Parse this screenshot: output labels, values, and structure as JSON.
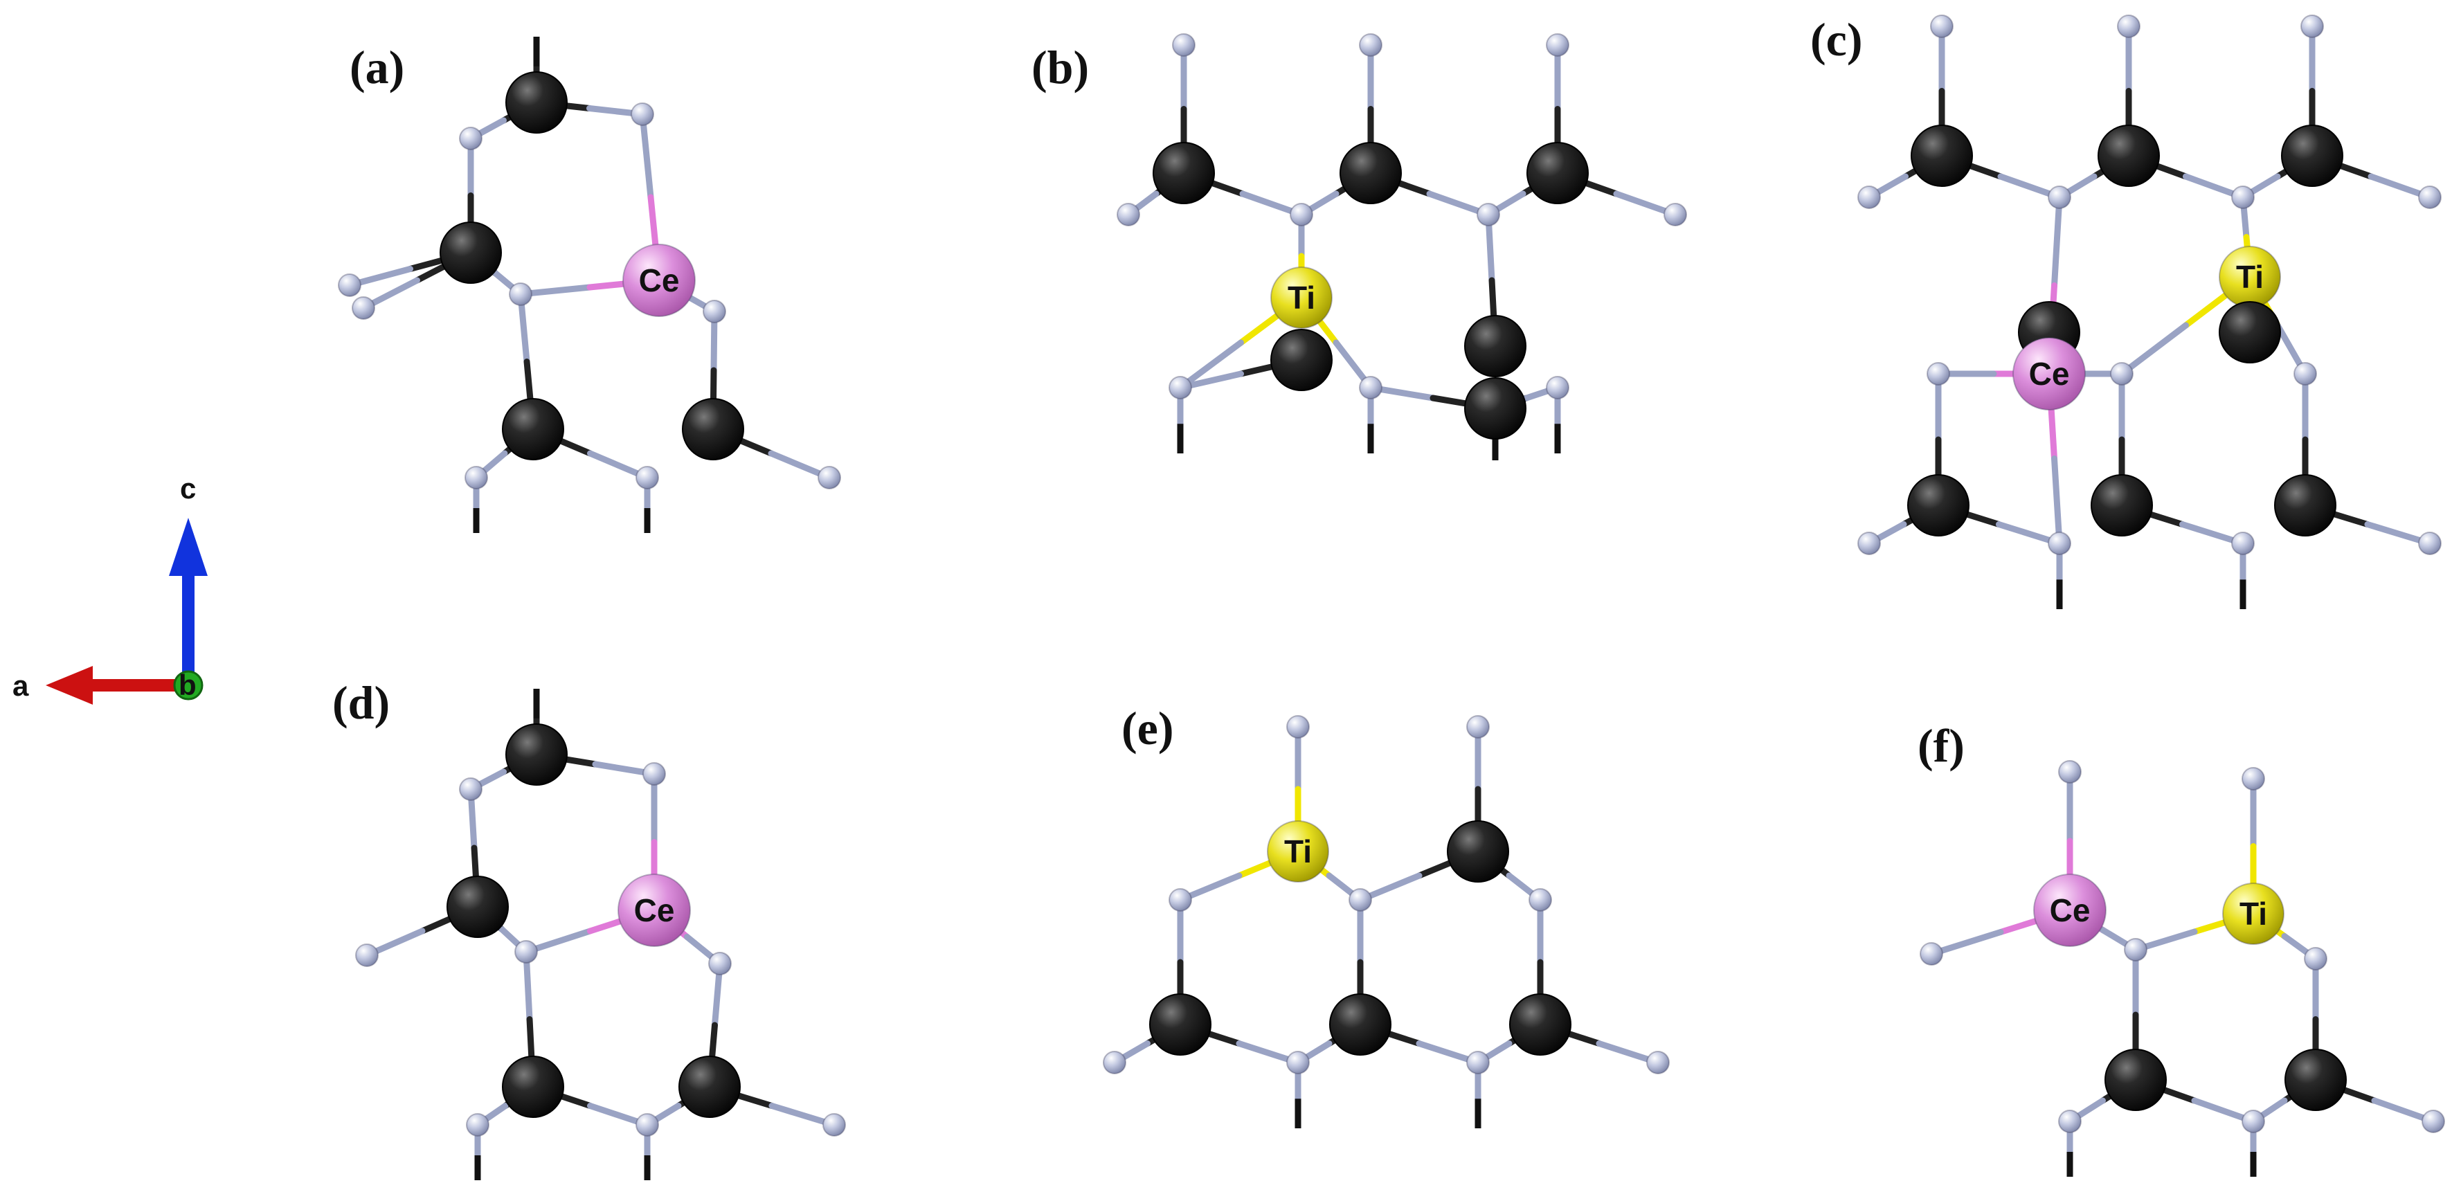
{
  "panels": [
    {
      "label": "(a)"
    },
    {
      "label": "(b)"
    },
    {
      "label": "(c)"
    },
    {
      "label": "(d)"
    },
    {
      "label": "(e)"
    },
    {
      "label": "(f)"
    }
  ],
  "atom_labels": {
    "ce": "Ce",
    "ti": "Ti"
  },
  "axes": {
    "a": "a",
    "b": "b",
    "c": "c"
  },
  "colors": {
    "carbon": "#141414",
    "nitrogen": "#b4bcd8",
    "ce": "#d98ad9",
    "ti": "#e8e020",
    "bond_dark": "#222222",
    "bond_light": "#9aa3c4",
    "bond_ce": "#e07ad8",
    "bond_ti": "#f0e600",
    "axis_a": "#cc1111",
    "axis_b": "#22aa22",
    "axis_c": "#1133dd"
  }
}
